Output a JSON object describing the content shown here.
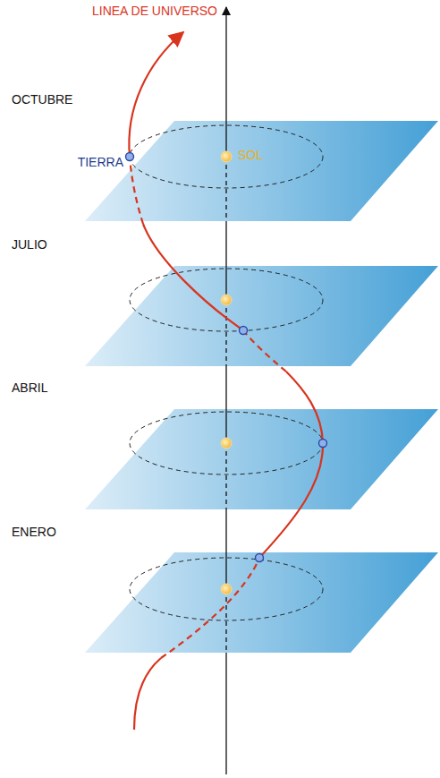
{
  "diagram": {
    "labels": [
      "LINEA DE UNIVERSO",
      "OCTUBRE",
      "TIERRA",
      "SOL",
      "JULIO",
      "ABRIL",
      "ENERO"
    ]
  }
}
